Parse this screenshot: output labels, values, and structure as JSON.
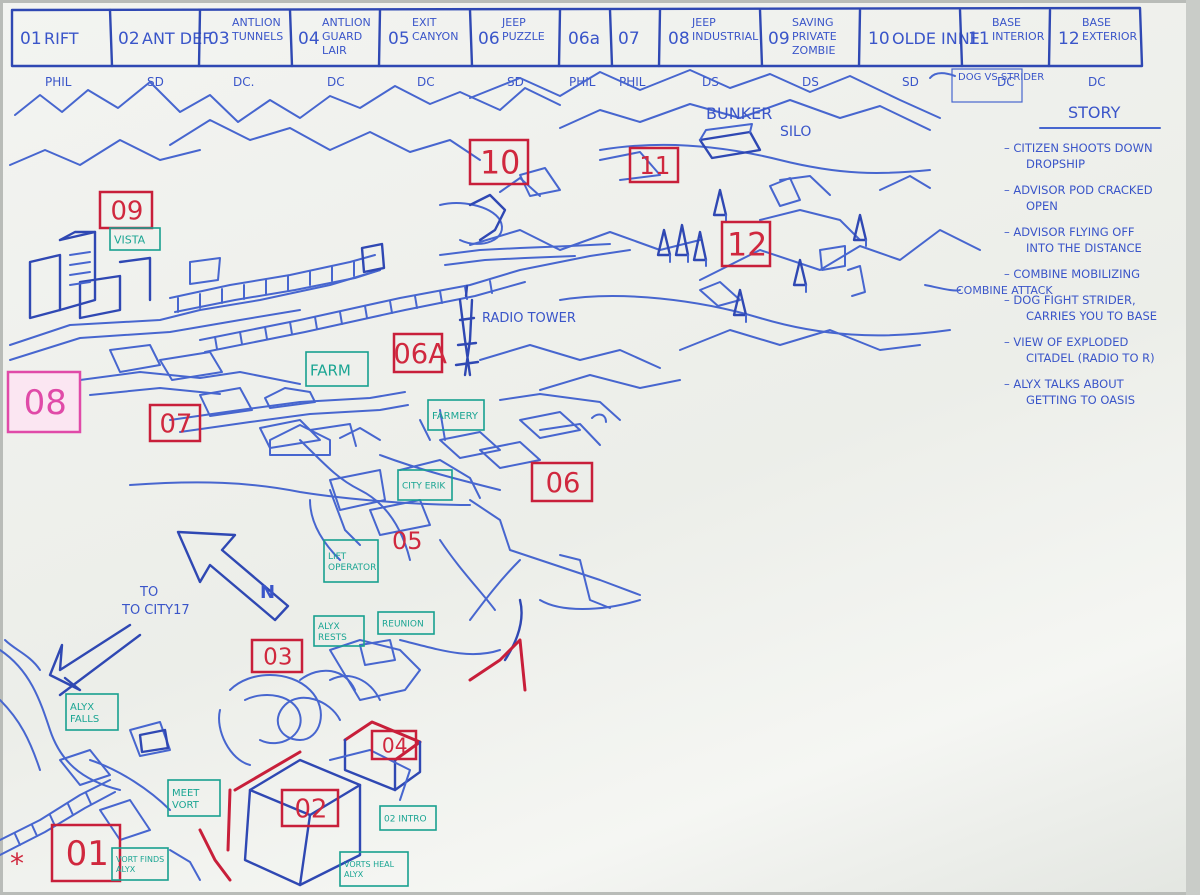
{
  "chapters": [
    {
      "number": "01",
      "title": "RIFT",
      "owner": "PHIL"
    },
    {
      "number": "02",
      "title": "ANT DEF.",
      "owner": "SD"
    },
    {
      "number": "03",
      "title": "ANTLION TUNNELS",
      "owner": "DC."
    },
    {
      "number": "04",
      "title": "ANTLION GUARD LAIR",
      "owner": "DC"
    },
    {
      "number": "05",
      "title": "EXIT CANYON",
      "owner": "DC"
    },
    {
      "number": "06",
      "title": "JEEP PUZZLE",
      "owner": "SD"
    },
    {
      "number": "06a",
      "title": "",
      "owner": "PHIL"
    },
    {
      "number": "07",
      "title": "",
      "owner": "PHIL"
    },
    {
      "number": "08",
      "title": "JEEP INDUSTRIAL",
      "owner": "DS"
    },
    {
      "number": "09",
      "title": "SAVING PRIVATE ZOMBIE",
      "owner": "DS"
    },
    {
      "number": "10",
      "title": "OLDE INNE",
      "owner": "SD"
    },
    {
      "number": "11",
      "title": "BASE INTERIOR",
      "owner": "DC"
    },
    {
      "number": "12",
      "title": "BASE EXTERIOR",
      "owner": "DC"
    }
  ],
  "header_note": "DOG VS STRIDER",
  "story": {
    "heading": "STORY",
    "items": [
      "CITIZEN SHOOTS DOWN DROPSHIP",
      "ADVISOR POD CRACKED OPEN",
      "ADVISOR FLYING OFF INTO THE DISTANCE",
      "COMBINE MOBILIZING",
      "DOG FIGHT STRIDER, CARRIES YOU TO BASE",
      "VIEW OF EXPLODED CITADEL (RADIO TO R)",
      "ALYX TALKS ABOUT GETTING TO OASIS"
    ]
  },
  "map": {
    "area_labels": {
      "bunker": "BUNKER",
      "silo": "SILO",
      "radio_tower": "RADIO TOWER",
      "combine_attack": "COMBINE ATTACK",
      "to_city": "TO CITY17",
      "north": "N"
    },
    "chapter_markers": [
      "01",
      "02",
      "03",
      "04",
      "05",
      "06",
      "06A",
      "07",
      "08",
      "09",
      "10",
      "11",
      "12"
    ],
    "notes": {
      "vista": "VISTA",
      "farm": "FARM",
      "farmery": "FARMERY",
      "city_erik": "CITY ERIK",
      "lift_operator": "LIFT OPERATOR",
      "alyx_rests": "ALYX RESTS",
      "reunion": "REUNION",
      "alyx_falls": "ALYX FALLS",
      "meet_vort": "MEET VORT",
      "vort_finds_alyx": "VORT FINDS ALYX",
      "vorts_heal_alyx": "VORTS HEAL ALYX",
      "intro_02": "02 INTRO"
    },
    "start_marker": "*"
  }
}
